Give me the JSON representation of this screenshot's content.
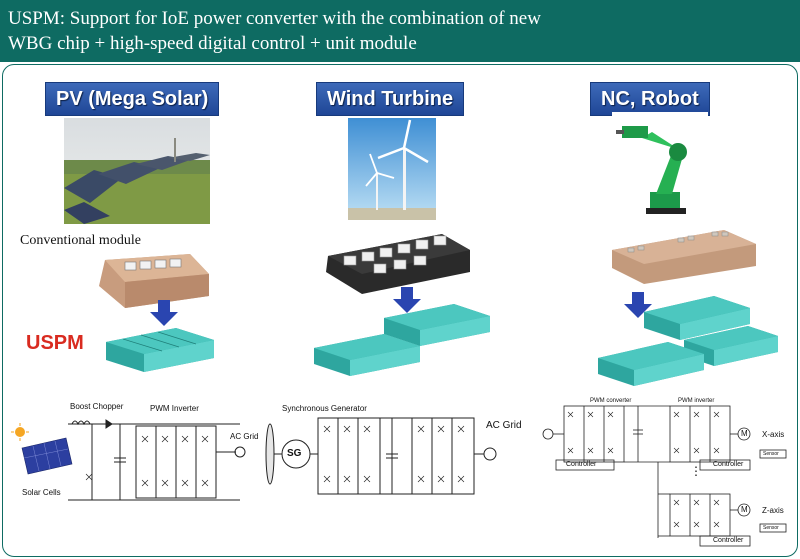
{
  "header": {
    "line1": "USPM: Support for IoE power converter with the combination of new",
    "line2": "WBG chip + high-speed digital control + unit module"
  },
  "columns": [
    {
      "title": "PV (Mega Solar)"
    },
    {
      "title": "Wind Turbine"
    },
    {
      "title": "NC, Robot"
    }
  ],
  "labels": {
    "conventional": "Conventional module",
    "uspm": "USPM"
  },
  "pv_diagram": {
    "boost": "Boost Chopper",
    "pwm": "PWM Inverter",
    "ac": "AC Grid",
    "solar": "Solar Cells"
  },
  "wind_diagram": {
    "gen": "Synchronous Generator",
    "sg": "SG",
    "ac": "AC Grid"
  },
  "robot_diagram": {
    "pwm_conv": "PWM converter",
    "pwm_inv": "PWM inverter",
    "controller": "Controller",
    "x_axis": "X-axis",
    "z_axis": "Z-axis",
    "sensor": "Sensor",
    "motor": "M",
    "dots": "⋮"
  },
  "colors": {
    "header_bg": "#0e6b62",
    "title_bg": "#2a53a6",
    "uspm_red": "#d92b20",
    "module_teal": "#3bb8b0",
    "arrow_blue": "#2a45b0"
  }
}
